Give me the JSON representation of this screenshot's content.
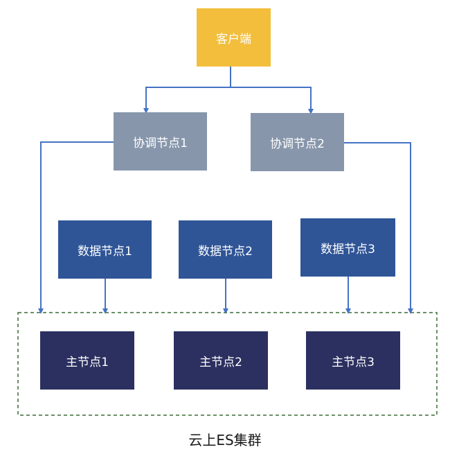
{
  "client": {
    "label": "客户端"
  },
  "coordinating_nodes": [
    {
      "label": "协调节点1"
    },
    {
      "label": "协调节点2"
    }
  ],
  "data_nodes": [
    {
      "label": "数据节点1"
    },
    {
      "label": "数据节点2"
    },
    {
      "label": "数据节点3"
    }
  ],
  "master_nodes": [
    {
      "label": "主节点1"
    },
    {
      "label": "主节点2"
    },
    {
      "label": "主节点3"
    }
  ],
  "cluster": {
    "label": "云上ES集群"
  },
  "colors": {
    "client": "#F2BE3C",
    "coordinating": "#8796AB",
    "data": "#2F5597",
    "master": "#2C3060",
    "connector": "#4472C4",
    "cluster_border": "#3A6B35"
  }
}
